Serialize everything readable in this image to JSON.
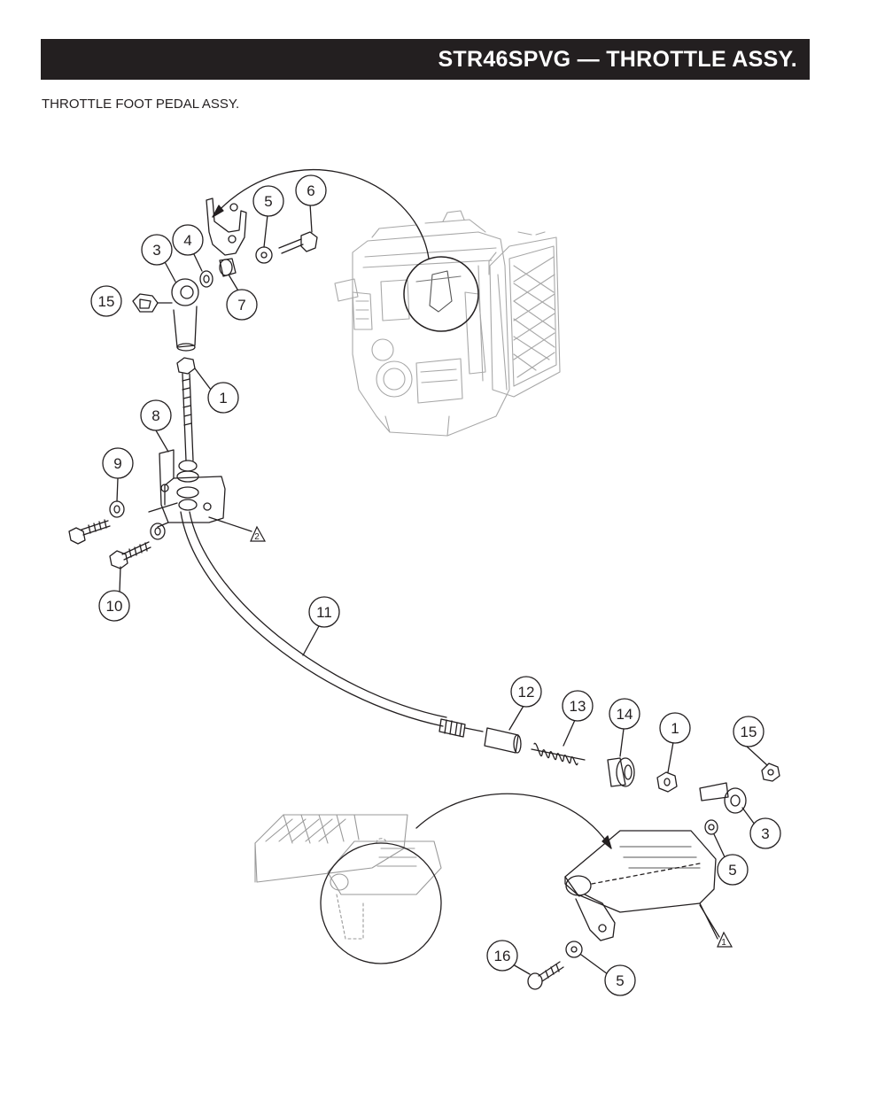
{
  "header": {
    "title": "STR46SPVG — THROTTLE  ASSY.",
    "subtitle": "THROTTLE FOOT PEDAL ASSY."
  },
  "colors": {
    "title_bar": "#231f20",
    "title_text": "#ffffff",
    "line": "#231f20",
    "ghost": "#9a9a9a"
  },
  "callouts": [
    {
      "id": "c15a",
      "label": "15"
    },
    {
      "id": "c3a",
      "label": "3"
    },
    {
      "id": "c4",
      "label": "4"
    },
    {
      "id": "c5a",
      "label": "5"
    },
    {
      "id": "c6",
      "label": "6"
    },
    {
      "id": "c7",
      "label": "7"
    },
    {
      "id": "c1a",
      "label": "1"
    },
    {
      "id": "c8",
      "label": "8"
    },
    {
      "id": "c9",
      "label": "9"
    },
    {
      "id": "c10",
      "label": "10"
    },
    {
      "id": "c11",
      "label": "11"
    },
    {
      "id": "c12",
      "label": "12"
    },
    {
      "id": "c13",
      "label": "13"
    },
    {
      "id": "c14",
      "label": "14"
    },
    {
      "id": "c1b",
      "label": "1"
    },
    {
      "id": "c15b",
      "label": "15"
    },
    {
      "id": "c3b",
      "label": "3"
    },
    {
      "id": "c5b",
      "label": "5"
    },
    {
      "id": "c16",
      "label": "16"
    },
    {
      "id": "c5c",
      "label": "5"
    }
  ],
  "notes": [
    {
      "id": "n2",
      "label": "2"
    },
    {
      "id": "n1",
      "label": "1"
    }
  ]
}
